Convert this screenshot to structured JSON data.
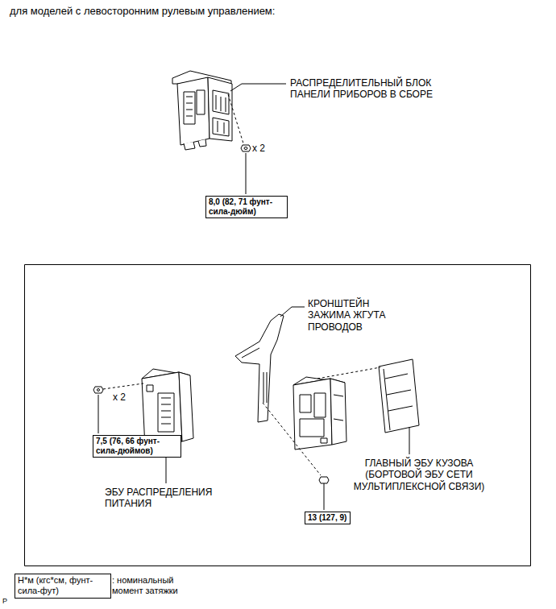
{
  "diagram": {
    "title": "для моделей с левосторонним рулевым управлением:",
    "nodes": [
      {
        "text": [
          "8,0 (82, 71 фунт-сила-дюйм)"
        ]
      },
      {
        "text": [
          "7,5 (76, 66 фунт-сила-дюймов)"
        ]
      },
      {
        "text": [
          "13 (127, 9)"
        ]
      },
      {
        "text": [
          "Н*м (кгс*см, фунт-сила-фут)"
        ]
      }
    ],
    "labels": [
      "РАСПРЕДЕЛИТЕЛЬНЫЙ БЛОК ПАНЕЛИ ПРИБОРОВ В СБОРЕ",
      "x 2",
      "КРОНШТЕЙН ЗАЖИМА ЖГУТА ПРОВОДОВ",
      "x 2",
      "ЭБУ РАСПРЕДЕЛЕНИЯ ПИТАНИЯ",
      "ГЛАВНЫЙ ЭБУ КУЗОВА (БОРТОВОЙ ЭБУ СЕТИ МУЛЬТИПЛЕКСНОЙ СВЯЗИ)",
      "P"
    ],
    "legend": [
      {
        "text": ": номинальный момент затяжки"
      }
    ]
  }
}
